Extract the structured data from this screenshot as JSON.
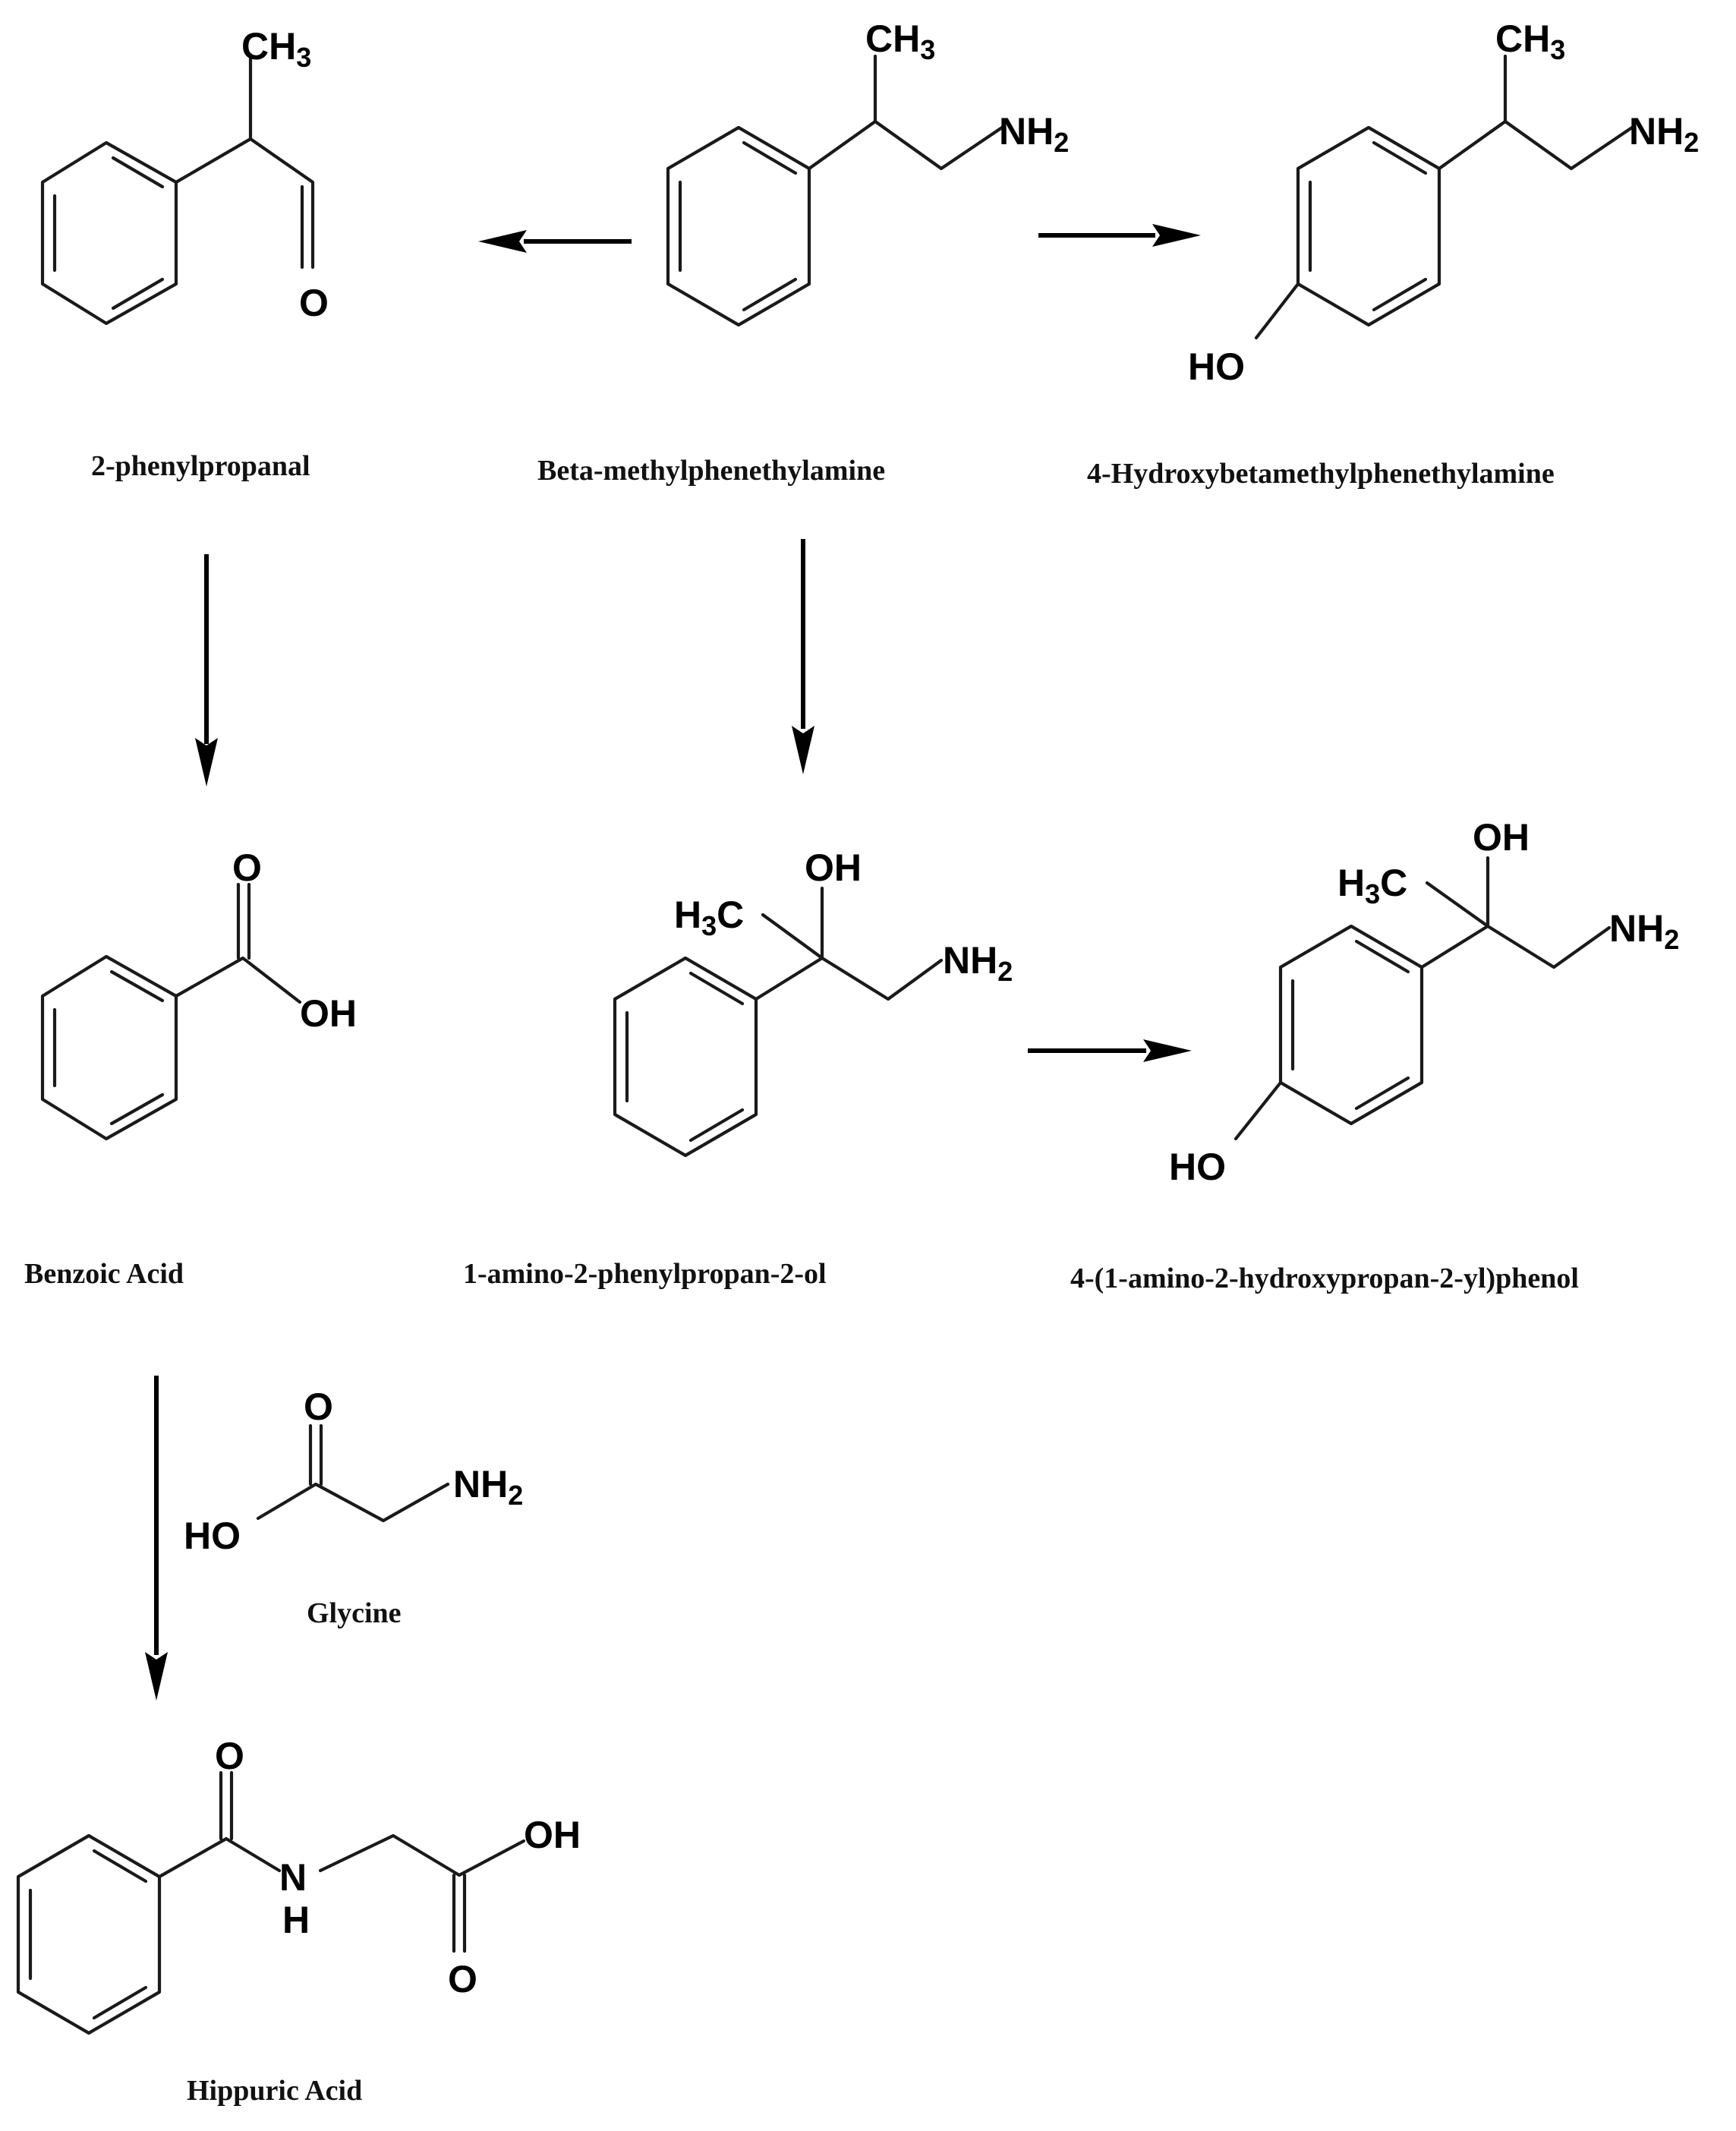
{
  "compounds": [
    {
      "id": "c1",
      "name": "2-phenylpropanal"
    },
    {
      "id": "c2",
      "name": "Beta-methylphenethylamine"
    },
    {
      "id": "c3",
      "name": "4-Hydroxybetamethylphenethylamine"
    },
    {
      "id": "c4",
      "name": "Benzoic Acid"
    },
    {
      "id": "c5",
      "name": "1-amino-2-phenylpropan-2-ol"
    },
    {
      "id": "c6",
      "name": "4-(1-amino-2-hydroxypropan-2-yl)phenol"
    },
    {
      "id": "c7",
      "name": "Glycine"
    },
    {
      "id": "c8",
      "name": "Hippuric Acid"
    }
  ],
  "atoms": {
    "ch3": "CH",
    "h3c": "H",
    "c": "C",
    "sub3": "3",
    "nh": "NH",
    "sub2": "2",
    "o": "O",
    "oh": "OH",
    "ho": "HO",
    "n": "N",
    "h": "H"
  },
  "arrows": [
    {
      "from": "Beta-methylphenethylamine",
      "to": "2-phenylpropanal"
    },
    {
      "from": "Beta-methylphenethylamine",
      "to": "4-Hydroxybetamethylphenethylamine"
    },
    {
      "from": "2-phenylpropanal",
      "to": "Benzoic Acid"
    },
    {
      "from": "Beta-methylphenethylamine",
      "to": "1-amino-2-phenylpropan-2-ol"
    },
    {
      "from": "1-amino-2-phenylpropan-2-ol",
      "to": "4-(1-amino-2-hydroxypropan-2-yl)phenol"
    },
    {
      "from": "Benzoic Acid",
      "to": "Hippuric Acid",
      "with": "Glycine"
    }
  ]
}
